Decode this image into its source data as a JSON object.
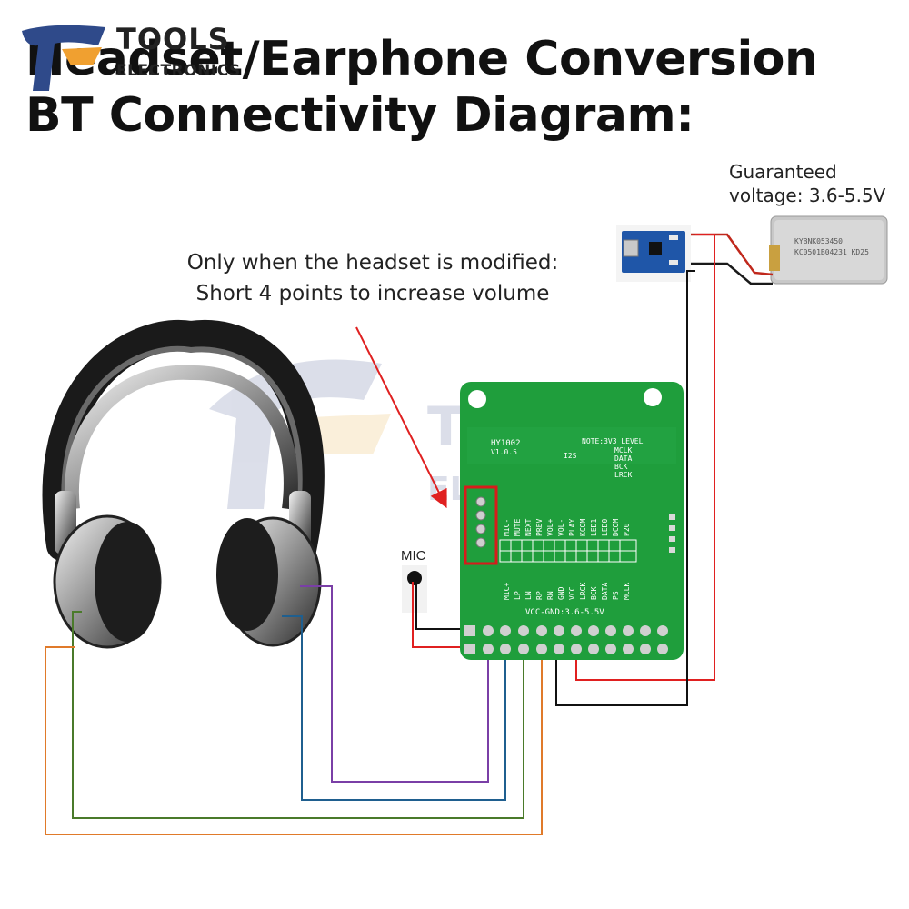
{
  "title_line1": "Headset/Earphone Conversion",
  "title_line2": "BT Connectivity Diagram:",
  "logo": {
    "word1": "TOOLS",
    "word2": "ELECTRONICS"
  },
  "callout": {
    "line1": "Only when the headset is modified:",
    "line2": "Short 4 points to increase volume"
  },
  "battery": {
    "voltage_line1": "Guaranteed",
    "voltage_line2": "voltage: 3.6-5.5V",
    "label_line1": "KYBNK053450",
    "label_line2": "KC0501B04231 KD25"
  },
  "mic_label": "MIC",
  "board": {
    "model": "HY1002",
    "version": "V1.0.5",
    "note": "NOTE:3V3 LEVEL",
    "i2s": "I2S",
    "i2s_pins": [
      "MCLK",
      "DATA",
      "BCK",
      "LRCK"
    ],
    "top_pins": [
      "MIC-",
      "MUTE",
      "NEXT",
      "PREV",
      "VOL+",
      "VOL-",
      "PLAY",
      "KCOM",
      "LED1",
      "LED0",
      "DCOM",
      "P20"
    ],
    "bottom_pins": [
      "MIC+",
      "LP",
      "LN",
      "RP",
      "RN",
      "GND",
      "VCC",
      "LRCK",
      "BCK",
      "DATA",
      "PS",
      "MCLK"
    ],
    "power_note": "VCC-GND:3.6-5.5V"
  },
  "colors": {
    "pcb_green": "#1f9e3c",
    "wire_red": "#e02020",
    "wire_black": "#111111",
    "wire_purple": "#7a3fa6",
    "wire_blue": "#1f5f8f",
    "wire_green": "#4a7a2a",
    "wire_orange": "#e07a2a",
    "callout_box": "#d81b1b",
    "watermark_blue": "#3c4f8a",
    "watermark_gold": "#e8a838"
  }
}
